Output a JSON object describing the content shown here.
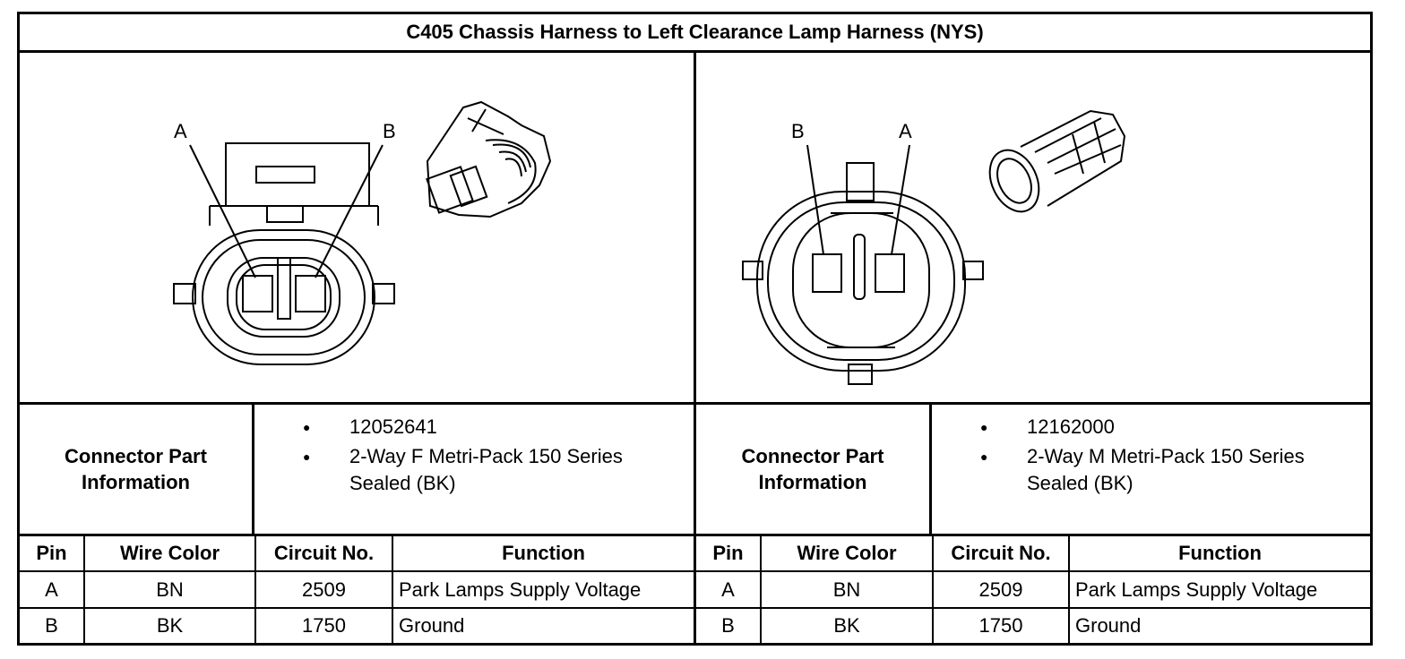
{
  "title": "C405 Chassis Harness to Left Clearance Lamp Harness (NYS)",
  "left": {
    "pin_labels": [
      "A",
      "B"
    ],
    "info_label": "Connector Part Information",
    "info_items": [
      "12052641",
      "2-Way F Metri-Pack 150 Series Sealed (BK)"
    ],
    "headers": [
      "Pin",
      "Wire Color",
      "Circuit No.",
      "Function"
    ],
    "rows": [
      {
        "pin": "A",
        "color": "BN",
        "circuit": "2509",
        "function": "Park Lamps Supply Voltage"
      },
      {
        "pin": "B",
        "color": "BK",
        "circuit": "1750",
        "function": "Ground"
      }
    ]
  },
  "right": {
    "pin_labels": [
      "B",
      "A"
    ],
    "info_label": "Connector Part Information",
    "info_items": [
      "12162000",
      "2-Way M Metri-Pack 150 Series Sealed (BK)"
    ],
    "headers": [
      "Pin",
      "Wire Color",
      "Circuit No.",
      "Function"
    ],
    "rows": [
      {
        "pin": "A",
        "color": "BN",
        "circuit": "2509",
        "function": "Park Lamps Supply Voltage"
      },
      {
        "pin": "B",
        "color": "BK",
        "circuit": "1750",
        "function": "Ground"
      }
    ]
  }
}
